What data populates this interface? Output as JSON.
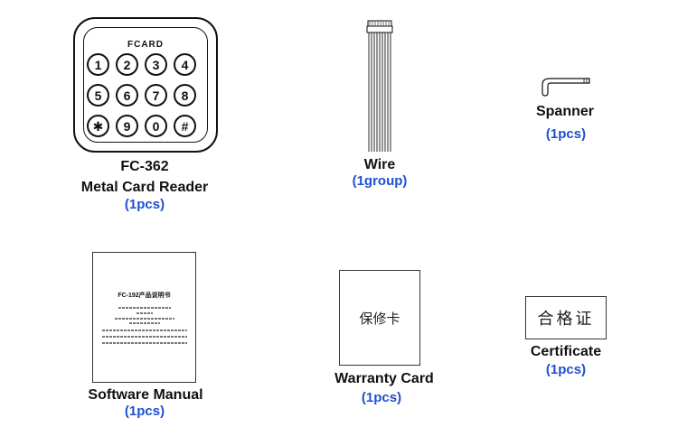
{
  "items": {
    "card_reader": {
      "brand": "FCARD",
      "keys": [
        "①",
        "②",
        "③",
        "④",
        "⑤",
        "⑥",
        "⑦",
        "⑧",
        "✱",
        "⑨",
        "⓪",
        "#"
      ],
      "model": "FC-362",
      "name": "Metal Card Reader",
      "qty": "(1pcs)"
    },
    "wire": {
      "name": "Wire",
      "qty": "(1group)"
    },
    "spanner": {
      "name": "Spanner",
      "qty": "(1pcs)"
    },
    "manual": {
      "title": "FC-192产品说明书",
      "name": "Software Manual",
      "qty": "(1pcs)"
    },
    "warranty": {
      "label": "保修卡",
      "name": "Warranty Card",
      "qty": "(1pcs)"
    },
    "certificate": {
      "label": "合格证",
      "name": "Certificate",
      "qty": "(1pcs)"
    }
  },
  "colors": {
    "quantity_text": "#1f4fd1",
    "line_art": "#111111"
  }
}
